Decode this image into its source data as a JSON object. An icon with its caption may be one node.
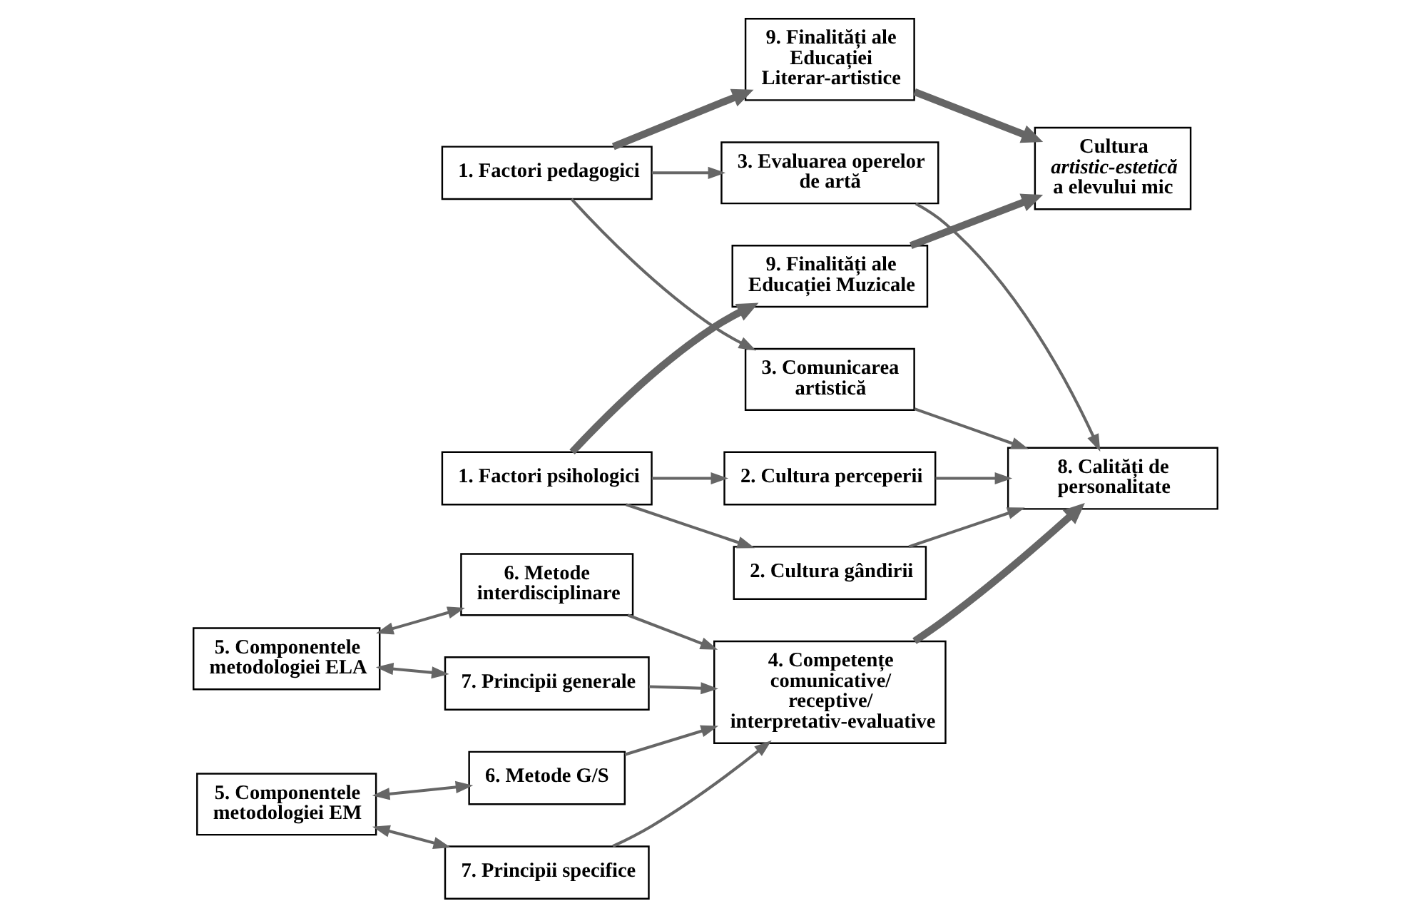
{
  "diagram": {
    "nodes": [
      {
        "text": [
          "9. Finalități ale Educației Muzicale"
        ]
      },
      {
        "text": [
          "Cultura *artistic-estetică* a elevului mic"
        ]
      },
      {
        "text": [
          "9. Finalități ale Educației Literar-artistice"
        ]
      },
      {
        "text": [
          "1. Factori psihologici"
        ]
      },
      {
        "text": [
          "2. Cultura perceperii"
        ]
      },
      {
        "text": [
          "8. Calități de personalitate"
        ]
      },
      {
        "text": [
          "3. Evaluarea operelor de artă"
        ]
      },
      {
        "text": [
          "1. Factori pedagogici"
        ]
      },
      {
        "text": [
          "2. Cultura gândirii"
        ]
      },
      {
        "text": [
          "3. Comunicarea artistică"
        ]
      },
      {
        "text": [
          "5. Componentele metodologiei EM"
        ]
      },
      {
        "text": [
          "6. Metode G/S"
        ]
      },
      {
        "text": [
          "4. Competențe comunicative/ receptive/ interpretativ-evaluative"
        ]
      },
      {
        "text": [
          "6. Metode interdisciplinare"
        ]
      },
      {
        "text": [
          "5. Componentele metodologiei ELA"
        ]
      },
      {
        "text": [
          "7. Principii specifice"
        ]
      },
      {
        "text": [
          "7. Principii generale"
        ]
      }
    ],
    "edges": [
      {
        "from": 3,
        "to": 0,
        "arrow": "to",
        "style": "thick"
      },
      {
        "from": 0,
        "to": 1,
        "arrow": "to",
        "style": "thick"
      },
      {
        "from": 2,
        "to": 1,
        "arrow": "to",
        "style": "thick"
      },
      {
        "from": 7,
        "to": 2,
        "arrow": "to",
        "style": "thick"
      },
      {
        "from": 3,
        "to": 4,
        "arrow": "to"
      },
      {
        "from": 3,
        "to": 8,
        "arrow": "to"
      },
      {
        "from": 4,
        "to": 5,
        "arrow": "to"
      },
      {
        "from": 8,
        "to": 5,
        "arrow": "to"
      },
      {
        "from": 6,
        "to": 5,
        "arrow": "to"
      },
      {
        "from": 9,
        "to": 5,
        "arrow": "to"
      },
      {
        "from": 7,
        "to": 6,
        "arrow": "to"
      },
      {
        "from": 7,
        "to": 9,
        "arrow": "to"
      },
      {
        "from": 12,
        "to": 5,
        "arrow": "to",
        "style": "thick"
      },
      {
        "from": 10,
        "to": 11,
        "arrow": "both"
      },
      {
        "from": 10,
        "to": 15,
        "arrow": "both"
      },
      {
        "from": 11,
        "to": 12,
        "arrow": "to"
      },
      {
        "from": 15,
        "to": 12,
        "arrow": "to"
      },
      {
        "from": 13,
        "to": 12,
        "arrow": "to"
      },
      {
        "from": 16,
        "to": 12,
        "arrow": "to"
      },
      {
        "from": 14,
        "to": 13,
        "arrow": "both"
      },
      {
        "from": 14,
        "to": 16,
        "arrow": "both"
      }
    ]
  }
}
